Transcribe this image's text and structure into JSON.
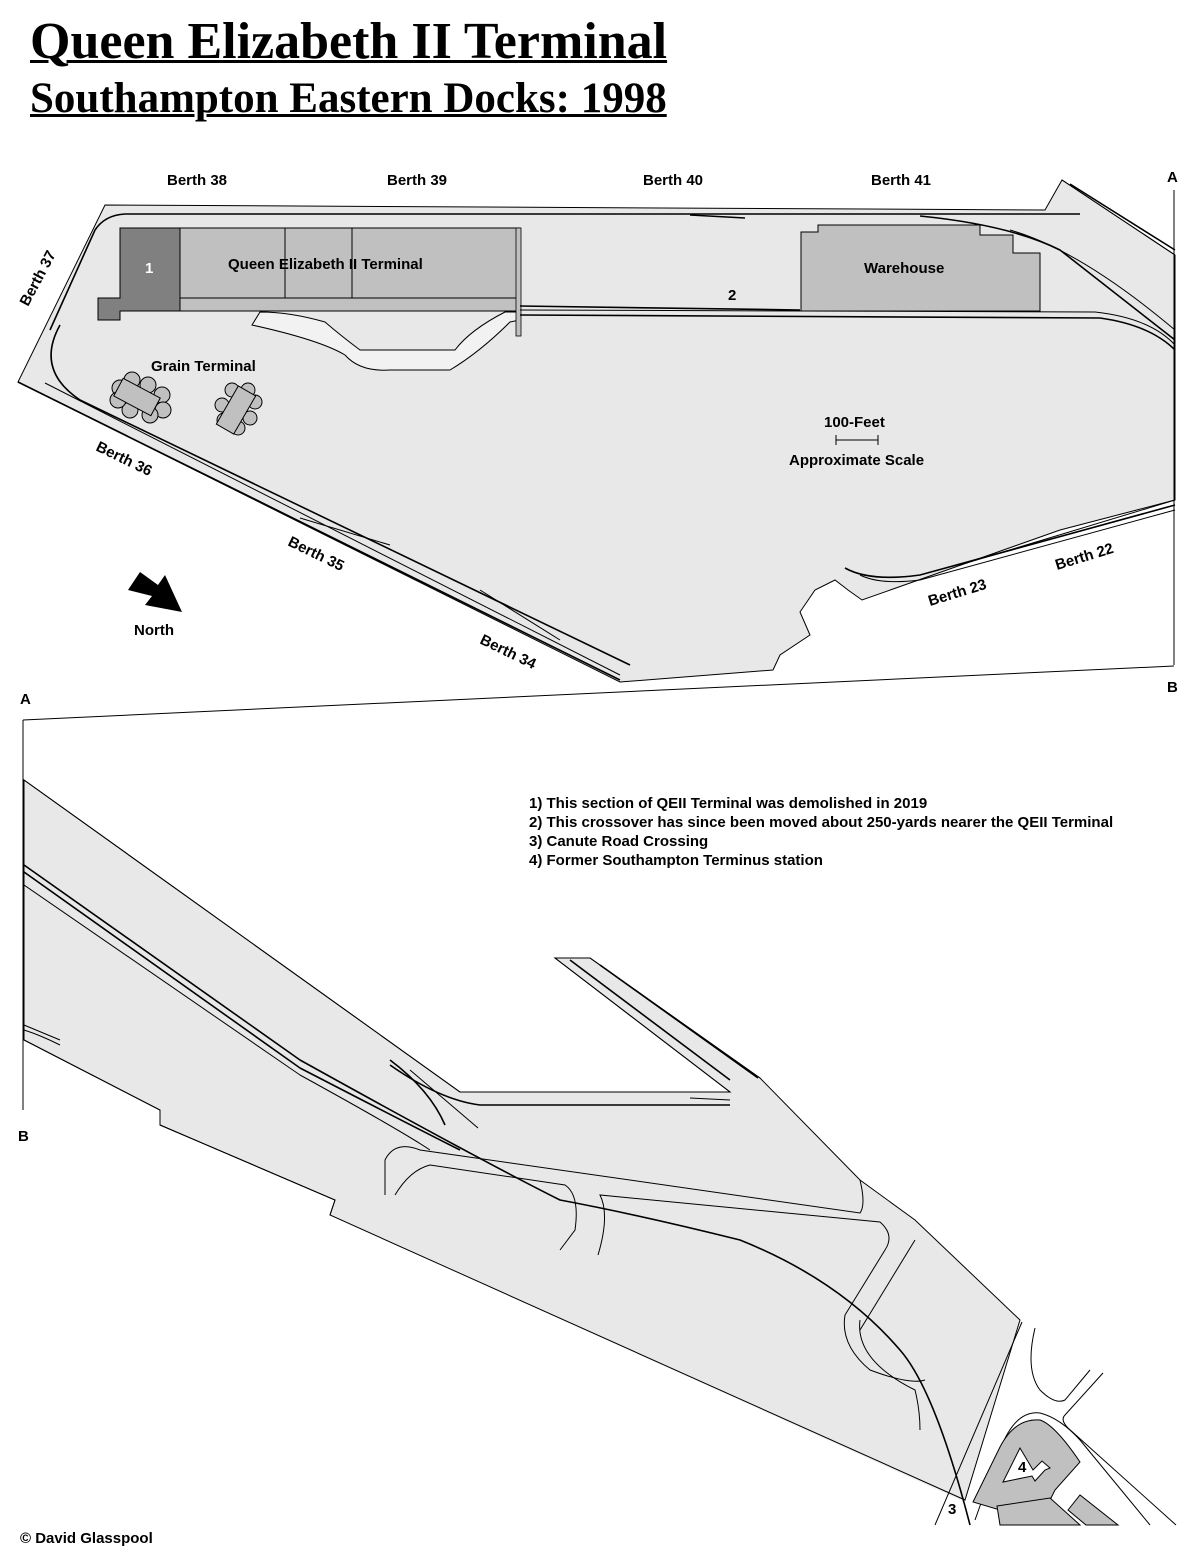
{
  "title": "Queen Elizabeth II Terminal",
  "subtitle": "Southampton Eastern Docks: 1998",
  "berths": {
    "b38": "Berth 38",
    "b39": "Berth 39",
    "b40": "Berth 40",
    "b41": "Berth 41",
    "b37": "Berth 37",
    "b36": "Berth 36",
    "b35": "Berth 35",
    "b34": "Berth 34",
    "b23": "Berth 23",
    "b22": "Berth 22"
  },
  "buildings": {
    "qe2": "Queen Elizabeth II Terminal",
    "warehouse": "Warehouse",
    "grain": "Grain Terminal"
  },
  "markers": {
    "m1": "1",
    "m2": "2",
    "m3": "3",
    "m4": "4"
  },
  "match_lines": {
    "a_top": "A",
    "b_top": "B",
    "a_bottom": "A",
    "b_bottom": "B"
  },
  "scale": {
    "distance": "100-Feet",
    "label": "Approximate Scale"
  },
  "north": "North",
  "notes": [
    "1) This section of QEII Terminal was demolished in 2019",
    "2) This crossover has since been moved about 250-yards nearer the QEII Terminal",
    "3) Canute Road Crossing",
    "4) Former Southampton Terminus station"
  ],
  "copyright": "© David Glasspool",
  "colors": {
    "land": "#e8e8e8",
    "building": "#c0c0c0",
    "demolished": "#808080"
  }
}
